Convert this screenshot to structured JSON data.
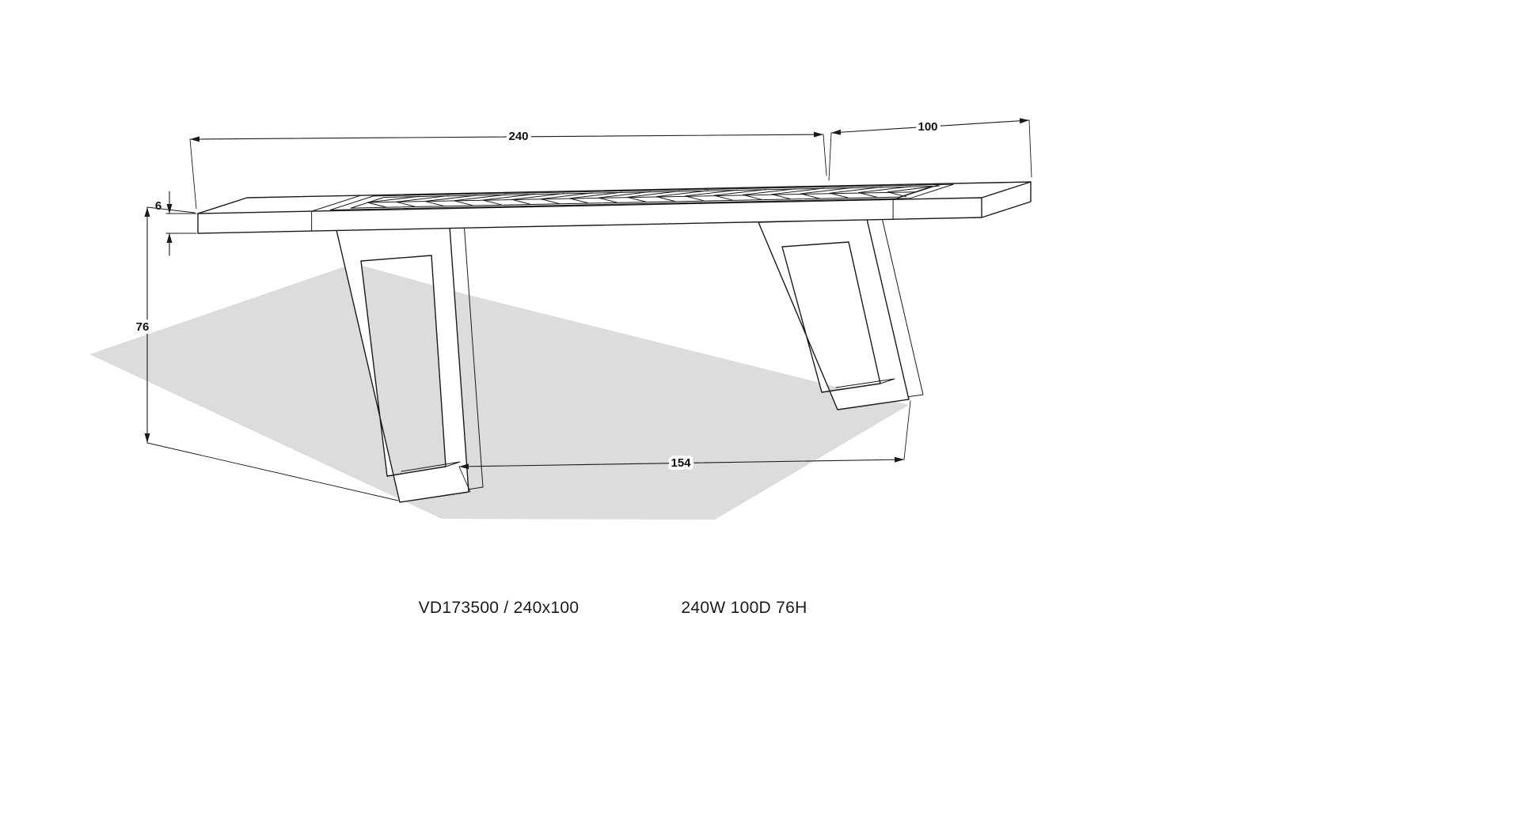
{
  "page": {
    "background_color": "#ffffff",
    "line_color": "#1a1a1a",
    "shadow_color": "#dcdcdc"
  },
  "drawing": {
    "type": "technical-line-drawing",
    "subject": "rectangular dining table with herringbone top panel and U-shaped sled legs, shown in perspective with cast shadow",
    "dimensions": {
      "length": "240",
      "depth": "100",
      "top_thickness": "6",
      "height": "76",
      "leg_span": "154"
    },
    "captions": {
      "model": "VD173500 / 240x100",
      "size_summary": "240W 100D 76H"
    }
  }
}
